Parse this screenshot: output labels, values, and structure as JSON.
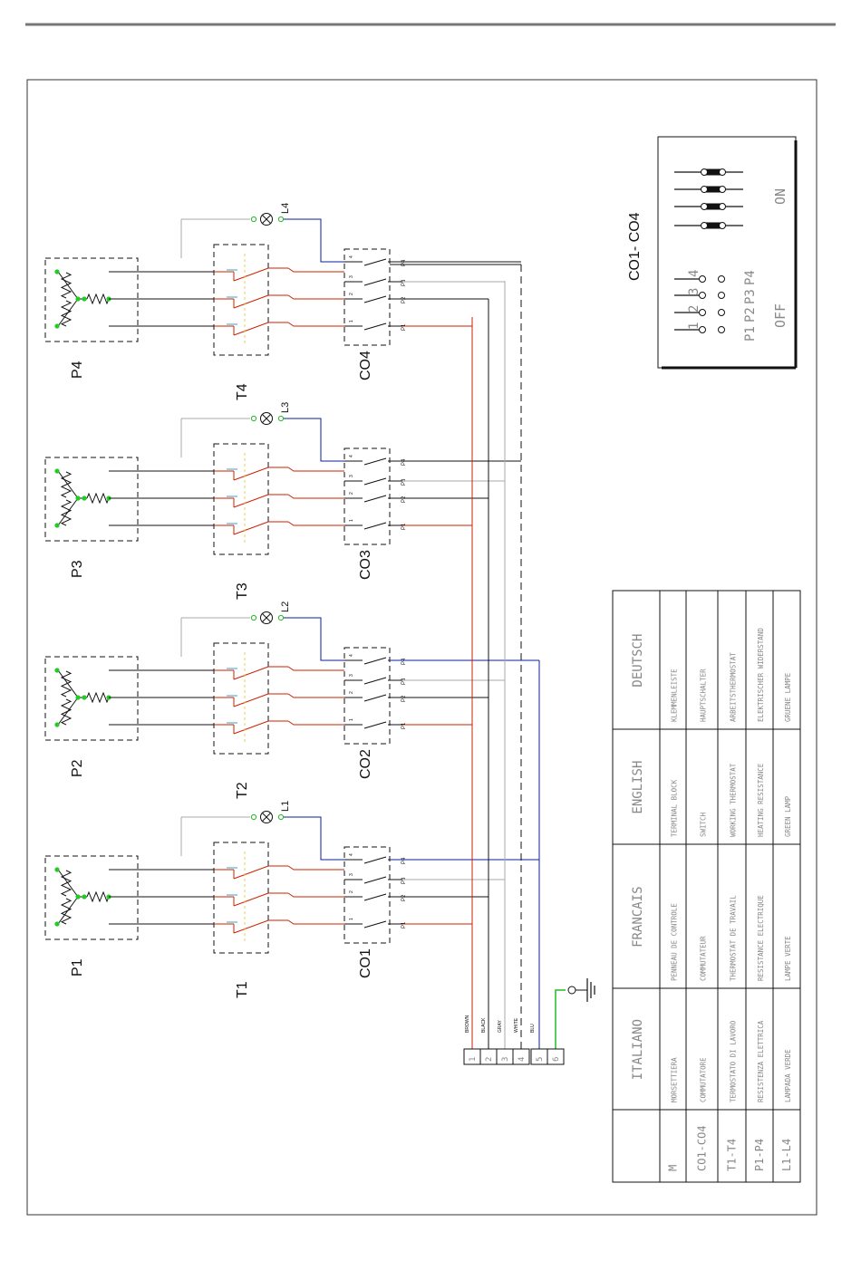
{
  "units": [
    {
      "heater": "P1",
      "thermostat": "T1",
      "switch": "CO1",
      "lamp": "L1"
    },
    {
      "heater": "P2",
      "thermostat": "T2",
      "switch": "CO2",
      "lamp": "L2"
    },
    {
      "heater": "P3",
      "thermostat": "T3",
      "switch": "CO3",
      "lamp": "L3"
    },
    {
      "heater": "P4",
      "thermostat": "T4",
      "switch": "CO4",
      "lamp": "L4"
    }
  ],
  "switch_contacts": {
    "numbers": [
      "1",
      "2",
      "3",
      "4"
    ],
    "positions": [
      "P1",
      "P2",
      "P3",
      "P4"
    ]
  },
  "terminal_block": {
    "numbers": [
      "1",
      "2",
      "3",
      "4",
      "5",
      "6"
    ],
    "wire_colors": [
      "BROWN",
      "BLACK",
      "GRAY",
      "WHITE",
      "BLU"
    ]
  },
  "switch_legend": {
    "title": "CO1- CO4",
    "off_label": "OFF",
    "on_label": "ON",
    "contact_numbers": [
      "1",
      "2",
      "3",
      "4"
    ],
    "positions": [
      "P1",
      "P2",
      "P3",
      "P4"
    ]
  },
  "legend_table": {
    "headers": [
      "",
      "ITALIANO",
      "FRANCAIS",
      "ENGLISH",
      "DEUTSCH"
    ],
    "rows": [
      [
        "M",
        "MORSETTIERA",
        "PENNEAU DE CONTROLE",
        "TERMINAL BLOCK",
        "KLEMMENLEISTE"
      ],
      [
        "CO1-CO4",
        "COMMUTATORE",
        "COMMUTATEUR",
        "SWITCH",
        "HAUPTSCHALTER"
      ],
      [
        "T1-T4",
        "TERMOSTATO DI LAVORO",
        "THERMOSTAT DE TRAVAIL",
        "WORKING THERMOSTAT",
        "ARBEITSTHERMOSTAT"
      ],
      [
        "P1-P4",
        "RESISTENZA ELETTRICA",
        "RESISTANCE ELECTRIQUE",
        "HEATING RESISTANCE",
        "ELEKTRISCHER WIDERSTAND"
      ],
      [
        "L1-L4",
        "LAMPADA VERDE",
        "LAMPE VERTE",
        "GREEN LAMP",
        "GRUENE LAMPE"
      ]
    ]
  },
  "colors": {
    "brown_wire": "#cc2200",
    "black_wire": "#000000",
    "gray_wire": "#aaaaaa",
    "blue_wire": "#0a1fa0",
    "ground_wire": "#22bb22",
    "terminal_dot": "#22cc22"
  }
}
